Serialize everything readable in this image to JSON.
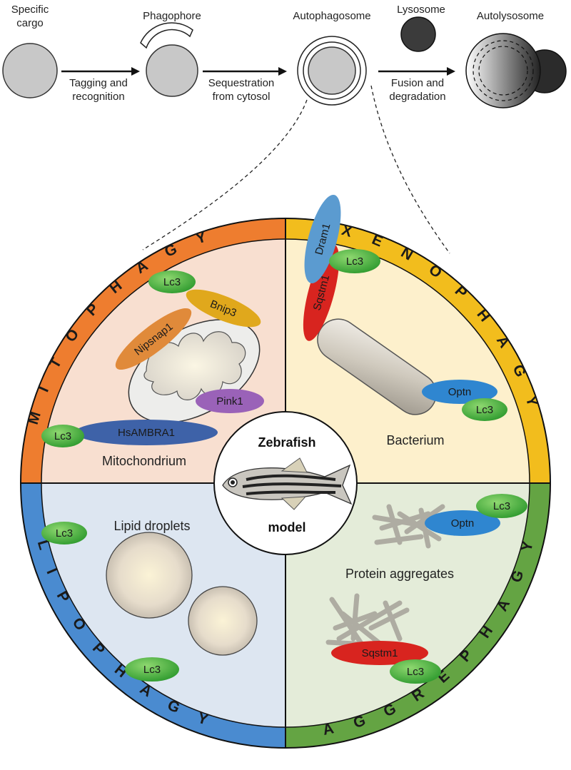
{
  "top_row": {
    "stages": {
      "cargo": "Specific cargo",
      "phagophore": "Phagophore",
      "autophagosome": "Autophagosome",
      "lysosome": "Lysosome",
      "autolysosome": "Autolysosome"
    },
    "steps": {
      "tagging_line1": "Tagging and",
      "tagging_line2": "recognition",
      "sequestration_line1": "Sequestration",
      "sequestration_line2": "from cytosol",
      "fusion_line1": "Fusion and",
      "fusion_line2": "degradation"
    }
  },
  "quadrants": {
    "mitophagy": {
      "title": "MITOPHAGY",
      "color": "#ee7d2f",
      "fill": "#f8dfd0",
      "organelle_label": "Mitochondrium",
      "proteins": {
        "lc3_a": "Lc3",
        "bnip3": "Bnip3",
        "nipsnap1": "Nipsnap1",
        "pink1": "Pink1",
        "hsambra1": "HsAMBRA1",
        "lc3_b": "Lc3"
      }
    },
    "xenophagy": {
      "title": "XENOPHAGY",
      "color": "#f2bd1d",
      "fill": "#fdf0cc",
      "organelle_label": "Bacterium",
      "proteins": {
        "dram1": "Dram1",
        "lc3_a": "Lc3",
        "sqstm1": "Sqstm1",
        "optn": "Optn",
        "lc3_b": "Lc3"
      }
    },
    "lipophagy": {
      "title": "LIPOPHAGY",
      "color": "#4a8bd0",
      "fill": "#dde6f1",
      "organelle_label": "Lipid droplets",
      "proteins": {
        "lc3_a": "Lc3",
        "lc3_b": "Lc3"
      }
    },
    "aggrephagy": {
      "title": "AGGREPHAGY",
      "color": "#64a443",
      "fill": "#e4ecd9",
      "organelle_label": "Protein aggregates",
      "proteins": {
        "lc3_a": "Lc3",
        "optn": "Optn",
        "sqstm1": "Sqstm1",
        "lc3_b": "Lc3"
      }
    }
  },
  "center": {
    "line1": "Zebrafish",
    "line2": "model"
  },
  "protein_colors": {
    "lc3": "#3fae3a",
    "bnip3": "#e0a81c",
    "nipsnap1": "#e08a3a",
    "pink1": "#9a62b8",
    "hsambra1": "#3e62a8",
    "dram1": "#5b9bd0",
    "sqstm1": "#d8241f",
    "optn": "#2f86d0"
  }
}
